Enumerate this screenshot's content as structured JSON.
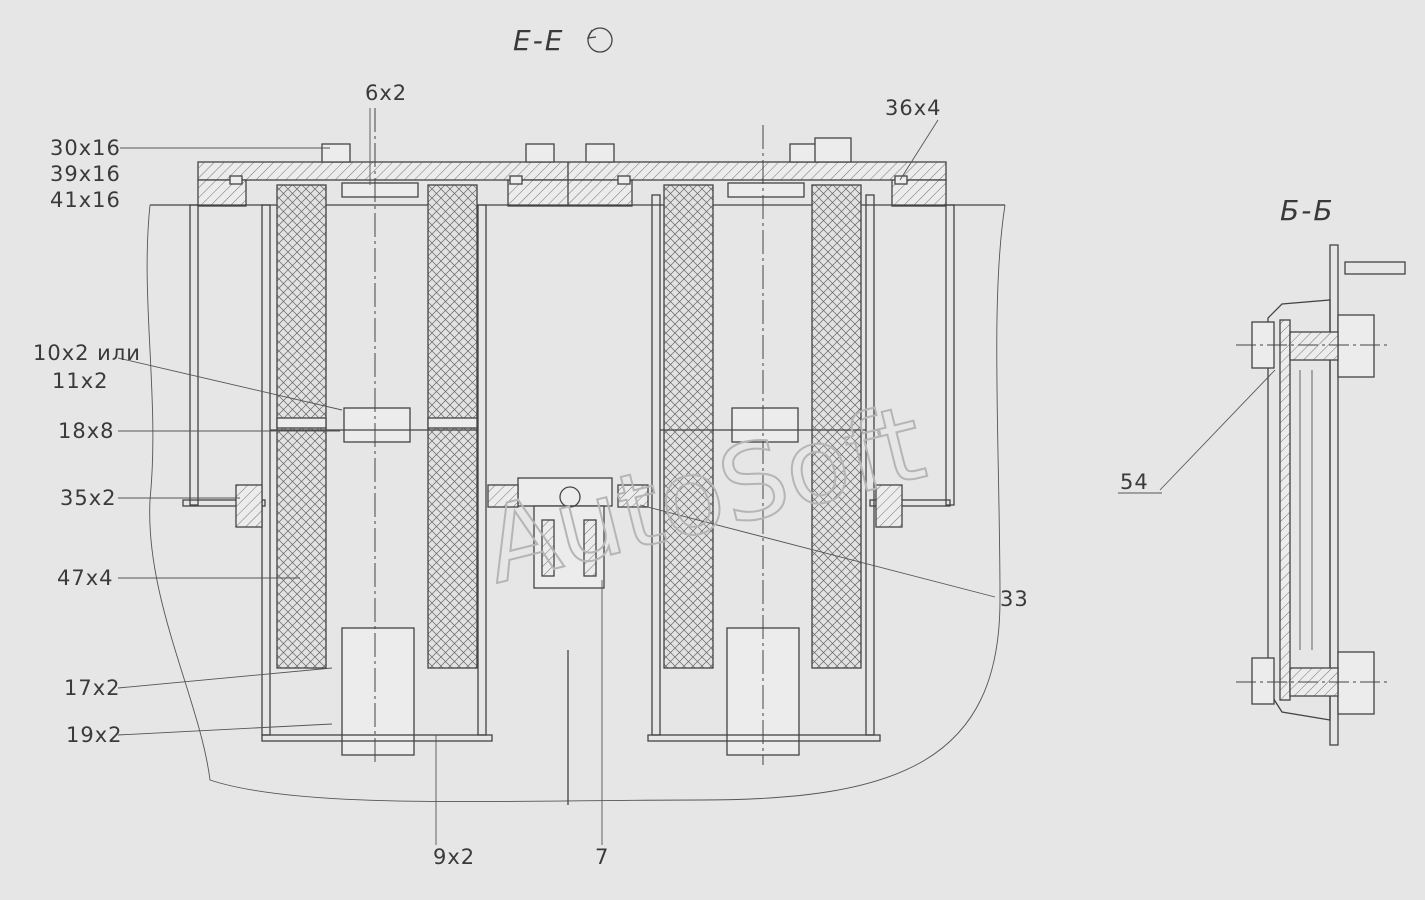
{
  "section_main": "Е-Е",
  "section_side": "Б-Б",
  "watermark": "AutoSoft",
  "callouts": {
    "c_6x2": "6х2",
    "c_36x4": "36х4",
    "c_30x16": "30х16",
    "c_39x16": "39х16",
    "c_41x16": "41х16",
    "c_10x2": "10х2 или",
    "c_11x2": "11х2",
    "c_18x8": "18х8",
    "c_35x2": "35х2",
    "c_47x4": "47х4",
    "c_17x2": "17х2",
    "c_19x2": "19х2",
    "c_9x2": "9х2",
    "c_7": "7",
    "c_33": "33",
    "c_54": "54"
  }
}
